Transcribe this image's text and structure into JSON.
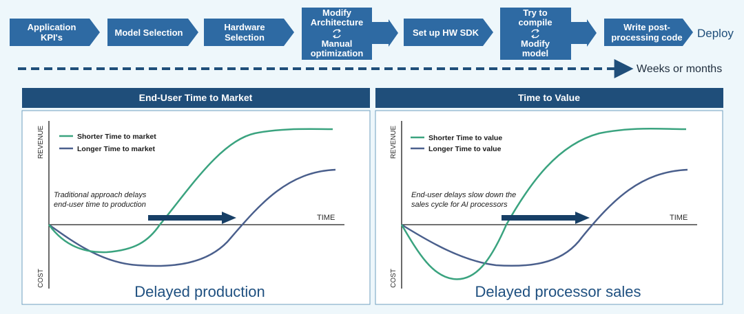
{
  "colors": {
    "step_fill": "#2e6aa3",
    "panel_header": "#1f4e7a",
    "arrow_dark": "#173f66",
    "green_curve": "#3aa37f",
    "blue_curve": "#4a5f8c",
    "caption": "#1f5080",
    "page_bg": "#eef7fb"
  },
  "process": {
    "steps": [
      {
        "lines": [
          "Application",
          "KPI's"
        ]
      },
      {
        "lines": [
          "Model Selection"
        ]
      },
      {
        "lines": [
          "Hardware",
          "Selection"
        ]
      },
      {
        "lines": [
          "Modify",
          "Architecture",
          "Manual",
          "optimization"
        ],
        "cycle_icon": "refresh-cycle-icon"
      },
      {
        "lines": [
          "Set up HW SDK"
        ]
      },
      {
        "lines": [
          "Try to",
          "compile",
          "Modify",
          "model"
        ],
        "cycle_icon": "refresh-cycle-icon"
      },
      {
        "lines": [
          "Write post-",
          "processing code"
        ]
      }
    ],
    "deploy_label": "Deploy",
    "timeline_label": "Weeks or months"
  },
  "panels": [
    {
      "title": "End-User Time to Market",
      "y_top_label": "REVENUE",
      "y_bottom_label": "COST",
      "x_label": "TIME",
      "legend": [
        {
          "label": "Shorter Time to market",
          "color": "#3aa37f"
        },
        {
          "label": "Longer Time to market",
          "color": "#4a5f8c"
        }
      ],
      "note_lines": [
        "Traditional approach delays",
        "end-user time to production"
      ],
      "caption": "Delayed production"
    },
    {
      "title": "Time to Value",
      "y_top_label": "REVENUE",
      "y_bottom_label": "COST",
      "x_label": "TIME",
      "legend": [
        {
          "label": "Shorter Time to value",
          "color": "#3aa37f"
        },
        {
          "label": "Longer Time to value",
          "color": "#4a5f8c"
        }
      ],
      "note_lines": [
        "End-user delays slow down the",
        "sales cycle for AI processors"
      ],
      "caption": "Delayed processor sales"
    }
  ]
}
